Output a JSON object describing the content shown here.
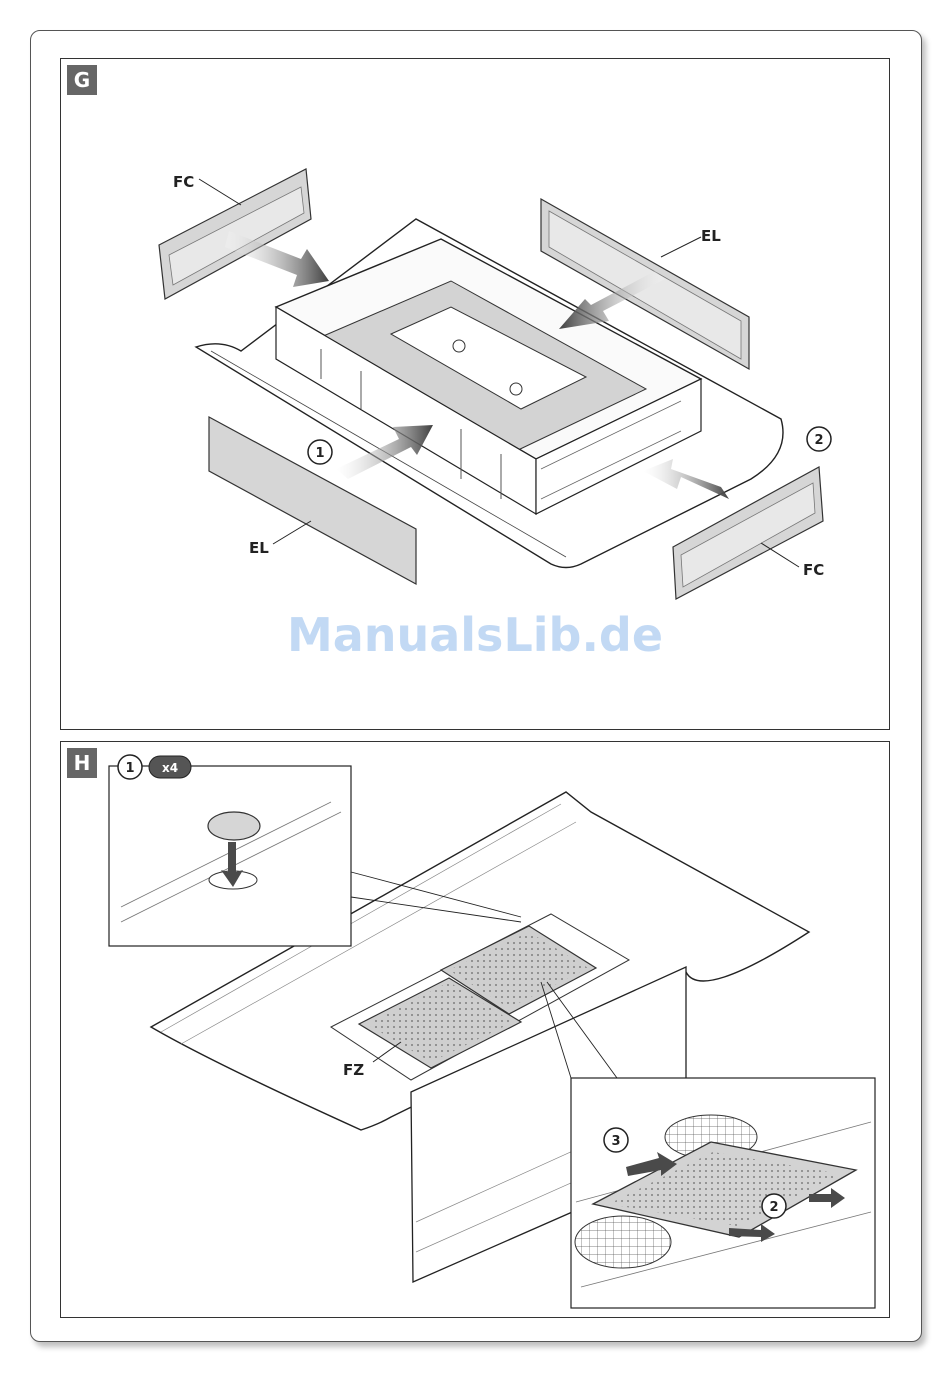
{
  "panels": {
    "g": {
      "letter": "G",
      "labels": {
        "fc_top": "FC",
        "el_top": "EL",
        "el_bottom": "EL",
        "fc_bottom": "FC"
      },
      "steps": [
        "1",
        "2"
      ]
    },
    "h": {
      "letter": "H",
      "labels": {
        "fz": "FZ"
      },
      "steps": [
        "1",
        "2",
        "3"
      ],
      "count_badge": "x4"
    }
  },
  "watermark": "ManualsLib.de",
  "colors": {
    "panel_gray": "#d6d6d6",
    "arrow_dark": "#4a4a4a",
    "letter_bg": "#666666"
  }
}
